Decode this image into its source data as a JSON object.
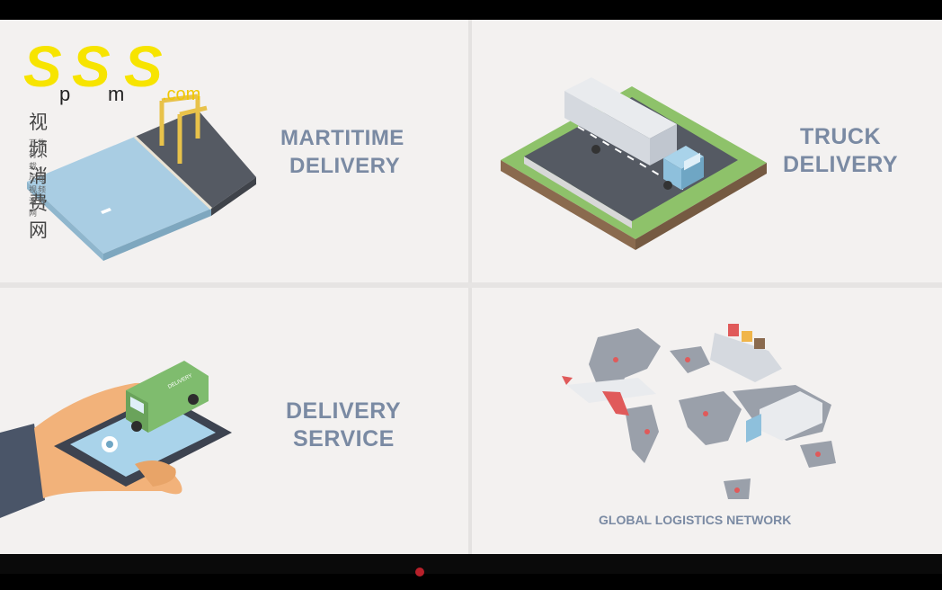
{
  "panels": {
    "maritime": {
      "line1": "MARTITIME",
      "line2": "DELIVERY"
    },
    "truck": {
      "line1": "TRUCK",
      "line2": "DELIVERY"
    },
    "service": {
      "line1": "DELIVERY",
      "line2": "SERVICE",
      "van_text": "DELIVERY"
    },
    "network": {
      "caption": "GLOBAL LOGISTICS NETWORK"
    }
  },
  "watermark": {
    "letters": [
      "S",
      "S",
      "S"
    ],
    "small_letters": [
      "p",
      "m"
    ],
    "domain": ".com",
    "chinese_title": "视频消费网",
    "tagline": "万物有下载，尽在视频消费网"
  },
  "colors": {
    "background": "#f3f1f0",
    "label": "#7a8aa3",
    "watermark_yellow": "#f7e400",
    "water": "#a9cde3",
    "road": "#555a63",
    "grass": "#8ec26a",
    "truck_cab": "#8ec0dc",
    "van_green": "#7fbc6e",
    "map_grey": "#9aa0aa",
    "accent_red": "#e05a5a"
  }
}
